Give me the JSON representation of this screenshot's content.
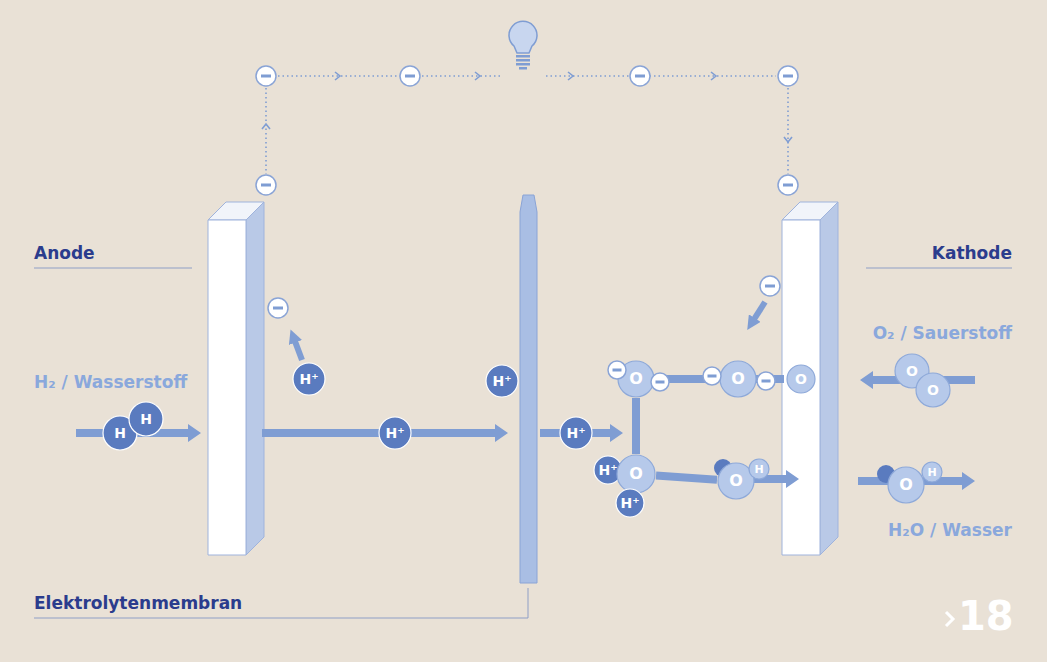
{
  "diagram": {
    "nodes": [
      {
        "text": [
          "H"
        ]
      },
      {
        "text": [
          "H"
        ]
      },
      {
        "text": [
          "H⁺"
        ]
      },
      {
        "text": [
          "H⁺"
        ]
      },
      {
        "text": [
          "H⁺"
        ]
      },
      {
        "text": [
          "H⁺"
        ]
      },
      {
        "text": [
          "O"
        ]
      },
      {
        "text": [
          "O"
        ]
      },
      {
        "text": [
          "O"
        ]
      },
      {
        "text": [
          "O"
        ]
      },
      {
        "text": [
          "O"
        ]
      },
      {
        "text": [
          "H⁺"
        ]
      },
      {
        "text": [
          "O"
        ]
      },
      {
        "text": [
          "H⁺"
        ]
      },
      {
        "text": [
          "O"
        ]
      },
      {
        "text": [
          "H"
        ]
      },
      {
        "text": [
          "O"
        ]
      },
      {
        "text": [
          "H"
        ]
      }
    ],
    "edges": [
      {
        "from": 6,
        "to": 7,
        "arrow": "none"
      },
      {
        "from": 6,
        "to": 12,
        "arrow": "none"
      },
      {
        "from": 12,
        "to": 14,
        "arrow": "none"
      }
    ],
    "labels": [
      "Anode",
      "Kathode",
      "H₂ / Wasserstoff",
      "O₂ / Sauerstoff",
      "H₂O / Wasser",
      "Elektrolytenmembran",
      "18"
    ]
  }
}
